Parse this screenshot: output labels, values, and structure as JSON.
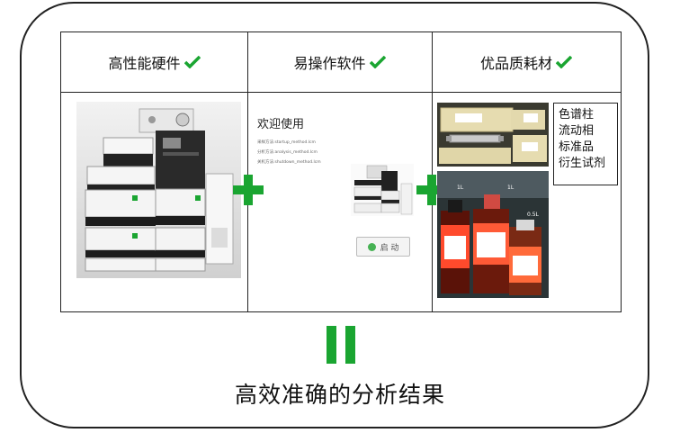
{
  "headers": {
    "hardware": "高性能硬件",
    "software": "易操作软件",
    "consumables": "优品质耗材"
  },
  "software_panel": {
    "welcome": "欢迎使用",
    "methods": [
      "采样方法:startup_method.lcm",
      "分析方法:analysis_method.lcm",
      "关机方法:shutdown_method.lcm"
    ],
    "start_button": "启 动"
  },
  "consumable_list": [
    "色谱柱",
    "流动相",
    "标准品",
    "衍生试剂"
  ],
  "bottle_labels": [
    "1L",
    "1L",
    "0.5L"
  ],
  "result": "高效准确的分析结果",
  "colors": {
    "accent": "#1aa531",
    "border": "#222222"
  },
  "icons": [
    "check-icon",
    "plus-icon",
    "equals-icon"
  ]
}
